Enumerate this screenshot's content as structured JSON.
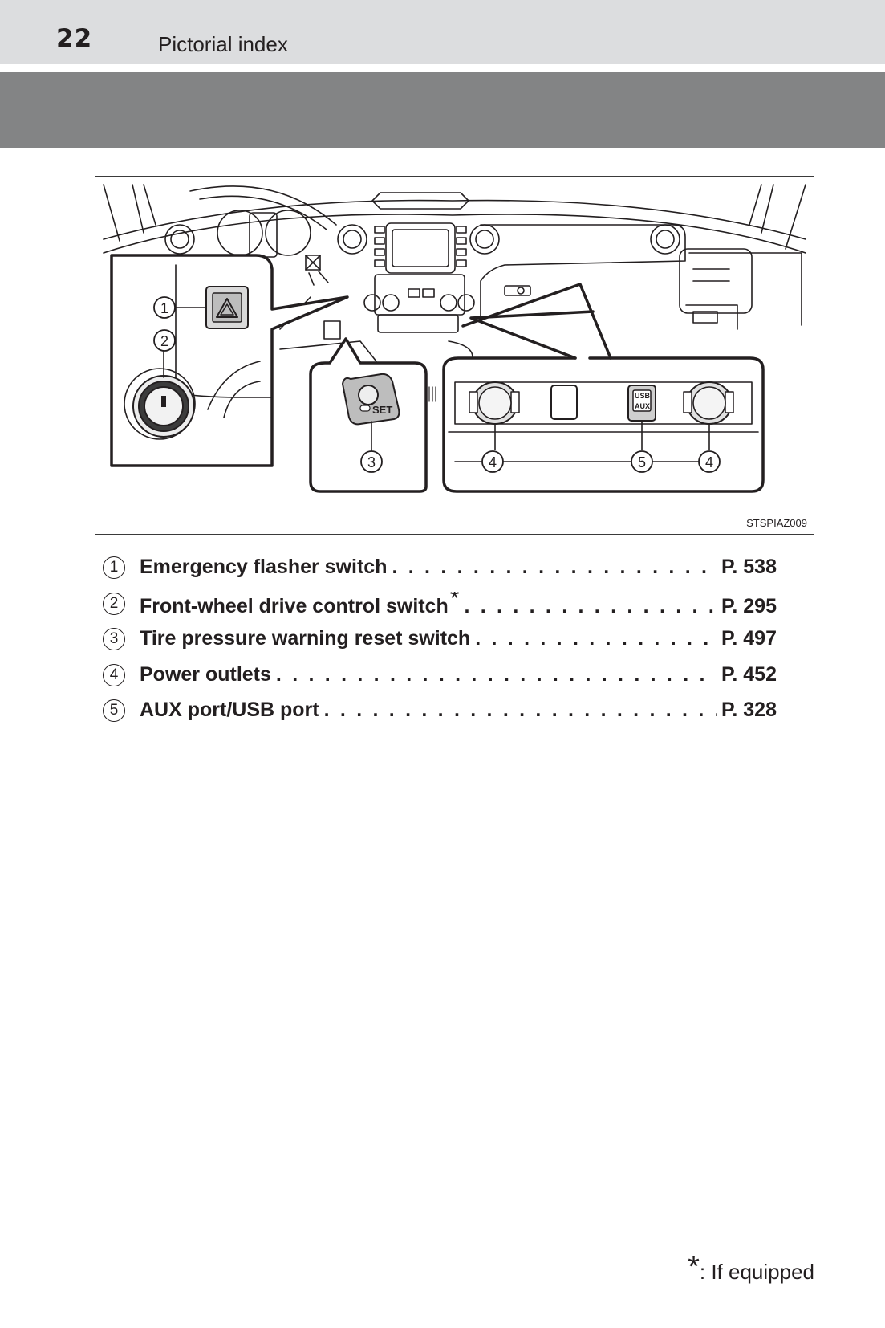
{
  "header": {
    "page_number": "22",
    "section_title": "Pictorial index"
  },
  "figure": {
    "code": "STSPIAZ009",
    "callouts": [
      "1",
      "2",
      "3",
      "4",
      "5",
      "4"
    ],
    "labels": {
      "set": "SET",
      "usb": "USB",
      "aux": "AUX"
    }
  },
  "items": [
    {
      "num": "1",
      "title": "Emergency flasher switch",
      "star": "",
      "page": "P. 538"
    },
    {
      "num": "2",
      "title": "Front-wheel drive control switch",
      "star": "*",
      "page": "P. 295"
    },
    {
      "num": "3",
      "title": "Tire pressure warning reset switch",
      "star": "",
      "page": "P. 497"
    },
    {
      "num": "4",
      "title": "Power outlets",
      "star": "",
      "page": "P. 452"
    },
    {
      "num": "5",
      "title": "AUX port/USB port",
      "star": "",
      "page": "P. 328"
    }
  ],
  "footnote": {
    "marker": "*",
    "text": ": If equipped"
  }
}
